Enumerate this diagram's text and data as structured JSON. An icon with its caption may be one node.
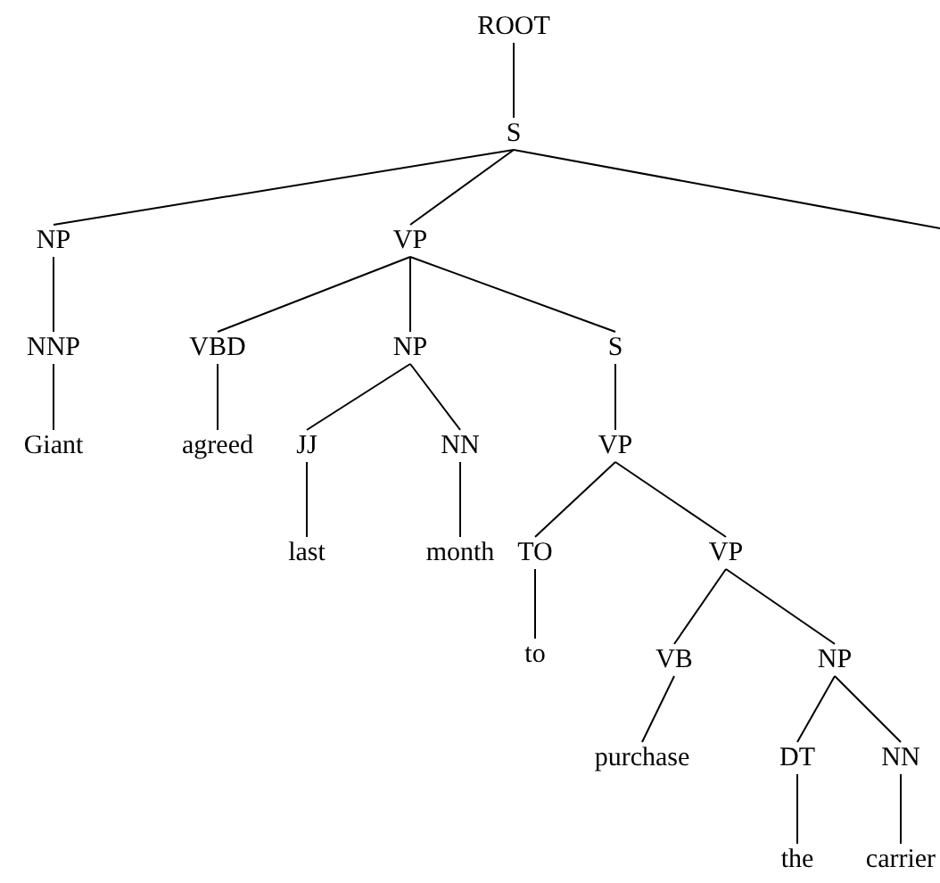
{
  "diagram": {
    "nodes": [
      {
        "text": [
          "ROOT"
        ]
      },
      {
        "text": [
          "S"
        ]
      },
      {
        "text": [
          "NP"
        ]
      },
      {
        "text": [
          "VP"
        ]
      },
      {
        "text": [
          "NNP"
        ]
      },
      {
        "text": [
          "VBD"
        ]
      },
      {
        "text": [
          "NP"
        ]
      },
      {
        "text": [
          "S"
        ]
      },
      {
        "text": [
          "Giant"
        ]
      },
      {
        "text": [
          "agreed"
        ]
      },
      {
        "text": [
          "JJ"
        ]
      },
      {
        "text": [
          "NN"
        ]
      },
      {
        "text": [
          "VP"
        ]
      },
      {
        "text": [
          "last"
        ]
      },
      {
        "text": [
          "month"
        ]
      },
      {
        "text": [
          "TO"
        ]
      },
      {
        "text": [
          "VP"
        ]
      },
      {
        "text": [
          "to"
        ]
      },
      {
        "text": [
          "VB"
        ]
      },
      {
        "text": [
          "NP"
        ]
      },
      {
        "text": [
          "purchase"
        ]
      },
      {
        "text": [
          "DT"
        ]
      },
      {
        "text": [
          "NN"
        ]
      },
      {
        "text": [
          "the"
        ]
      },
      {
        "text": [
          "carrier"
        ]
      }
    ],
    "edges": [
      {
        "from": 0,
        "to": 1,
        "arrow": "none"
      },
      {
        "from": 1,
        "to": 2,
        "arrow": "none"
      },
      {
        "from": 1,
        "to": 3,
        "arrow": "none"
      },
      {
        "from": 1,
        "to": null,
        "arrow": "none"
      },
      {
        "from": 2,
        "to": 4,
        "arrow": "none"
      },
      {
        "from": 3,
        "to": 5,
        "arrow": "none"
      },
      {
        "from": 3,
        "to": 6,
        "arrow": "none"
      },
      {
        "from": 3,
        "to": 7,
        "arrow": "none"
      },
      {
        "from": 4,
        "to": 8,
        "arrow": "none"
      },
      {
        "from": 5,
        "to": 9,
        "arrow": "none"
      },
      {
        "from": 6,
        "to": 10,
        "arrow": "none"
      },
      {
        "from": 6,
        "to": 11,
        "arrow": "none"
      },
      {
        "from": 7,
        "to": 12,
        "arrow": "none"
      },
      {
        "from": 10,
        "to": 13,
        "arrow": "none"
      },
      {
        "from": 11,
        "to": 14,
        "arrow": "none"
      },
      {
        "from": 12,
        "to": 15,
        "arrow": "none"
      },
      {
        "from": 12,
        "to": 16,
        "arrow": "none"
      },
      {
        "from": 15,
        "to": 17,
        "arrow": "none"
      },
      {
        "from": 16,
        "to": 18,
        "arrow": "none"
      },
      {
        "from": 16,
        "to": 19,
        "arrow": "none"
      },
      {
        "from": 18,
        "to": 20,
        "arrow": "none"
      },
      {
        "from": 19,
        "to": 21,
        "arrow": "none"
      },
      {
        "from": 19,
        "to": 22,
        "arrow": "none"
      },
      {
        "from": 21,
        "to": 23,
        "arrow": "none"
      },
      {
        "from": 22,
        "to": 24,
        "arrow": "none"
      }
    ]
  }
}
